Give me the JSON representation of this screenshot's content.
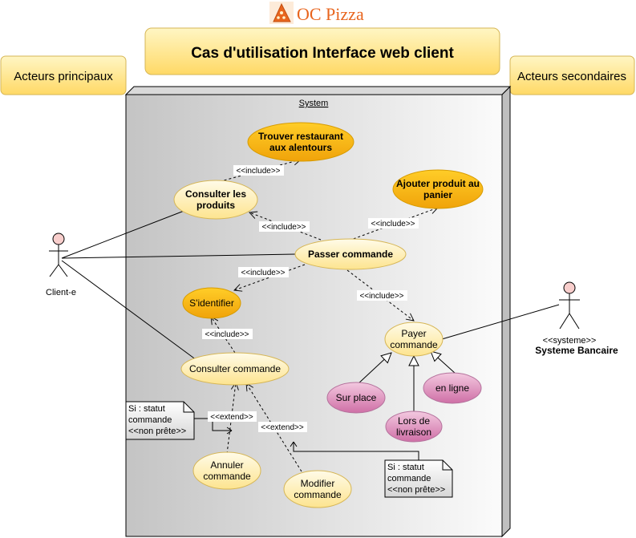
{
  "logo": {
    "text": "OC Pizza",
    "icon": "pizza-slice-icon",
    "color": "#e8651e"
  },
  "title": "Cas d'utilisation Interface web client",
  "panels": {
    "primary": "Acteurs principaux",
    "secondary": "Acteurs secondaires"
  },
  "system": {
    "label": "System"
  },
  "actors": {
    "client": {
      "name": "Client-e"
    },
    "bank": {
      "stereotype": "<<systeme>>",
      "name": "Systeme Bancaire"
    }
  },
  "usecases": {
    "trouver": [
      "Trouver restaurant",
      "aux alentours"
    ],
    "consulter_produits": [
      "Consulter les",
      "produits"
    ],
    "ajouter": [
      "Ajouter produit au",
      "panier"
    ],
    "passer": [
      "Passer commande"
    ],
    "identifier": [
      "S'identifier"
    ],
    "payer": [
      "Payer",
      "commande"
    ],
    "consulter_commande": [
      "Consulter commande"
    ],
    "sur_place": [
      "Sur place"
    ],
    "en_ligne": [
      "en ligne"
    ],
    "livraison": [
      "Lors de",
      "livraison"
    ],
    "annuler": [
      "Annuler",
      "commande"
    ],
    "modifier": [
      "Modifier",
      "commande"
    ]
  },
  "relations": {
    "include": "<<include>>",
    "extend": "<<extend>>"
  },
  "notes": {
    "left": [
      "Si : statut",
      "commande",
      "<<non prête>>"
    ],
    "right": [
      "Si : statut",
      "commande",
      "<<non prête>>"
    ]
  },
  "colors": {
    "orange": "#f0a30a",
    "yellow": "#fff2cc",
    "pink": "#e6a8c8",
    "panel": "#fff2a8",
    "panelBorder": "#d6b656",
    "system": "#e8e8e8"
  }
}
